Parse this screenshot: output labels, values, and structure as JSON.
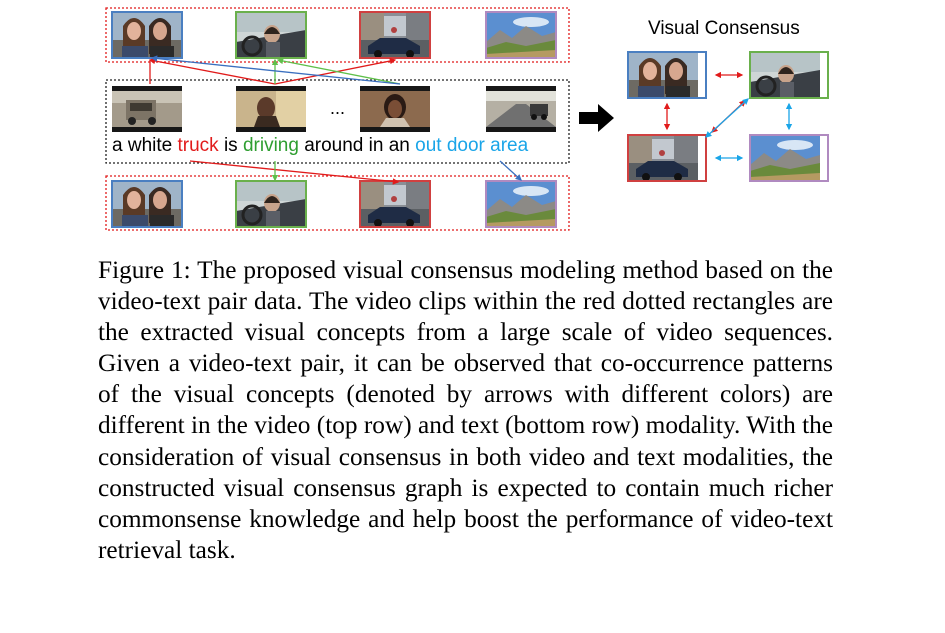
{
  "figure": {
    "sentence": {
      "parts": [
        {
          "text": "a white ",
          "color": "#000000"
        },
        {
          "text": "truck",
          "color": "#e11b1b"
        },
        {
          "text": " is ",
          "color": "#000000"
        },
        {
          "text": "driving",
          "color": "#2f9e31"
        },
        {
          "text": " around in an ",
          "color": "#000000"
        },
        {
          "text": "out door area",
          "color": "#1aa5e8"
        }
      ]
    },
    "ellipsis": "...",
    "consensus_title": "Visual Consensus",
    "colors": {
      "red": "#e11b1b",
      "green": "#5fbf4a",
      "blue": "#3a6fbf",
      "cyan": "#1aa5e8",
      "purple": "#b08ac0",
      "frame_blue": "#4a7fc1",
      "frame_green": "#6ab04c",
      "frame_red": "#d04040",
      "dotted_red": "#e11b1b",
      "dotted_black": "#222222"
    }
  },
  "caption": {
    "text": "Figure 1: The proposed visual consensus modeling method based on the video-text pair data. The video clips within the red dotted rectangles are the extracted visual concepts from a large scale of video sequences. Given a video-text pair, it can be observed that co-occurrence patterns of the visual concepts (denoted by arrows with different colors) are different in the video (top row) and text (bottom row) modality. With the consideration of visual consensus in both video and text modalities, the constructed visual consensus graph is expected to contain much richer commonsense knowledge and help boost the performance of video-text retrieval task."
  }
}
